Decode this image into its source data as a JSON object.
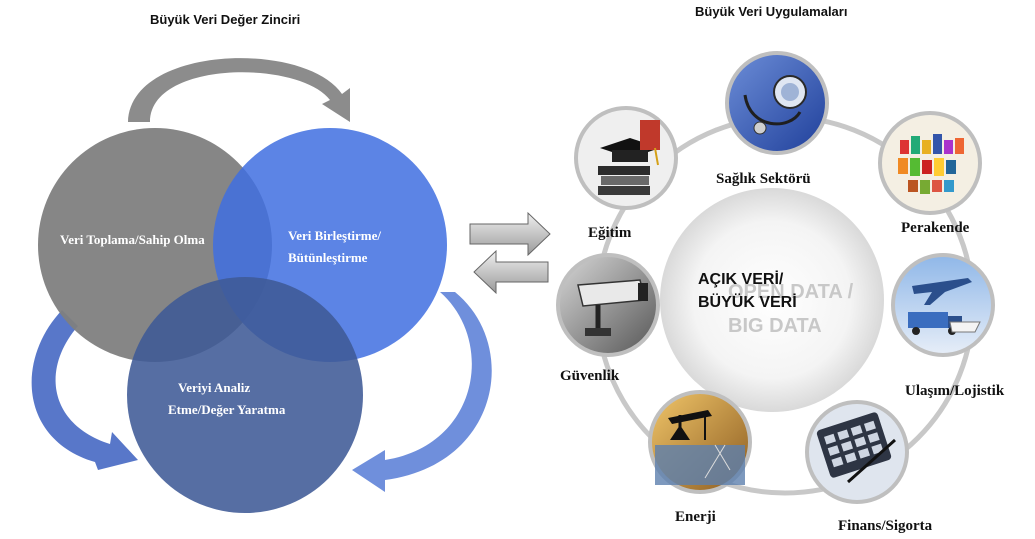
{
  "left": {
    "title": "Büyük Veri Değer Zinciri",
    "circles": [
      {
        "label": "Veri Toplama/Sahip Olma",
        "color": "#7f7f7f"
      },
      {
        "label_line1": "Veri Birleştirme/",
        "label_line2": "Bütünleştirme",
        "color": "#3f6fe0"
      },
      {
        "label_line1": "Veriyi Analiz",
        "label_line2": "Etme/Değer Yaratma",
        "color": "#445a8e"
      }
    ]
  },
  "right": {
    "title": "Büyük Veri Uygulamaları",
    "center": {
      "line1": "AÇIK VERİ/",
      "line2": "BÜYÜK VERİ",
      "ghost1": "OPEN DATA /",
      "ghost2": "BIG DATA"
    },
    "apps": [
      {
        "label": "Sağlık Sektörü",
        "icon": "stethoscope-icon"
      },
      {
        "label": "Perakende",
        "icon": "retail-products-icon"
      },
      {
        "label": "Ulaşım/Lojistik",
        "icon": "transport-icon"
      },
      {
        "label": "Finans/Sigorta",
        "icon": "calculator-icon"
      },
      {
        "label": "Enerji",
        "icon": "oil-pump-icon"
      },
      {
        "label": "Güvenlik",
        "icon": "security-camera-icon"
      },
      {
        "label": "Eğitim",
        "icon": "books-graduation-cap-icon"
      }
    ]
  }
}
